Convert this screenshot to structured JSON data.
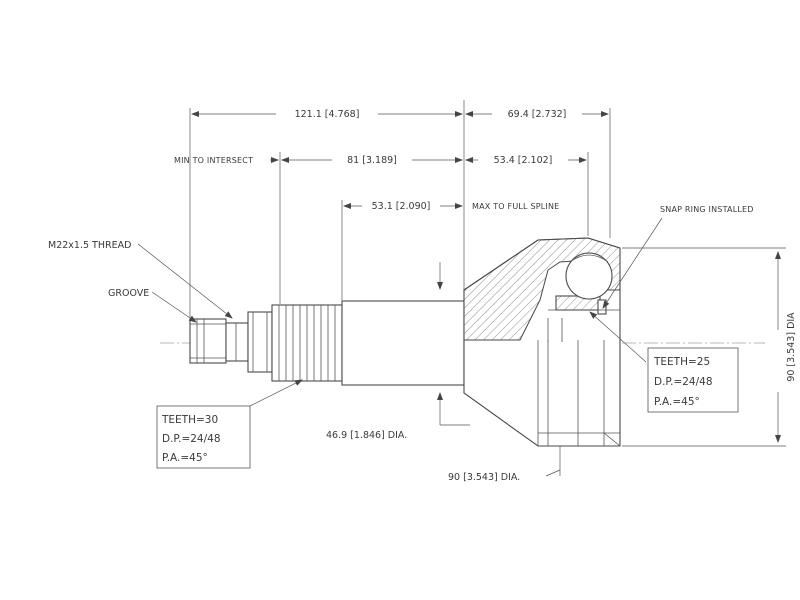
{
  "dimensions": {
    "overall_left": "121.1 [4.768]",
    "overall_right": "69.4 [2.732]",
    "min_to_intersect": "MIN TO INTERSECT",
    "intersect_to_line": "81 [3.189]",
    "line_to_bell": "53.4 [2.102]",
    "to_full_spline": "53.1 [2.090]",
    "max_to_full_spline": "MAX TO FULL SPLINE",
    "shaft_dia": "46.9 [1.846] DIA.",
    "housing_dia": "90 [3.543] DIA.",
    "right_dia": "90 [3.543] DIA"
  },
  "labels": {
    "thread": "M22x1.5 THREAD",
    "groove": "GROOVE",
    "snap_ring": "SNAP RING INSTALLED"
  },
  "specs": {
    "outer": {
      "teeth": "TEETH=30",
      "dp": "D.P.=24/48",
      "pa": "P.A.=45°"
    },
    "inner": {
      "teeth": "TEETH=25",
      "dp": "D.P.=24/48",
      "pa": "P.A.=45°"
    }
  }
}
